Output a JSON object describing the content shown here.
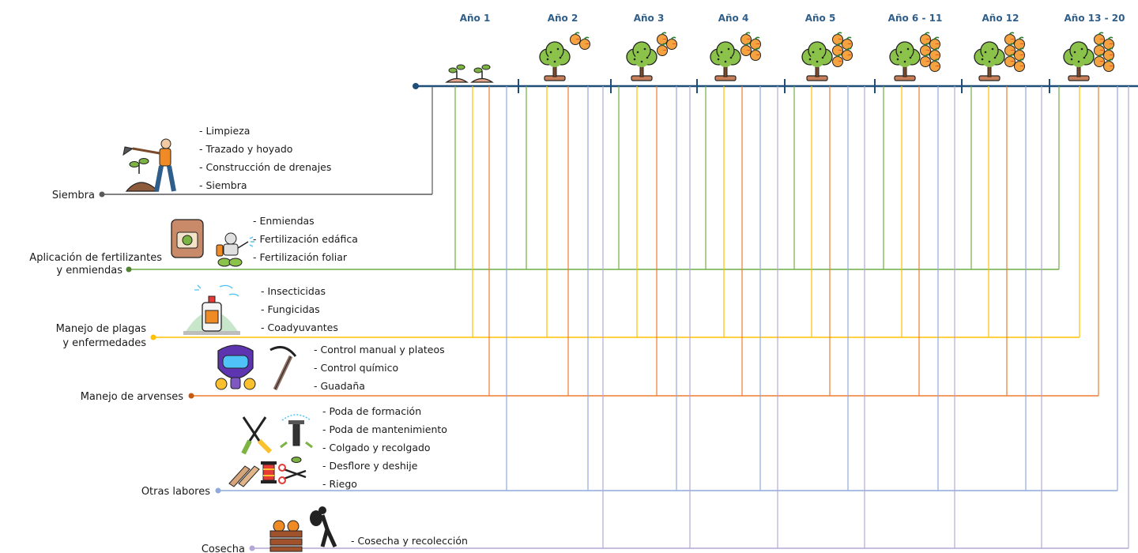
{
  "colors": {
    "timeline": "#1f4e79",
    "siembra": "#595959",
    "fertilizantes": "#70ad47",
    "plagas": "#ffc000",
    "arvenses": "#ed7d31",
    "otras": "#8faadc",
    "cosecha": "#b4a7d6"
  },
  "timeline": {
    "years": [
      "Año 1",
      "Año 2",
      "Año 3",
      "Año 4",
      "Año 5",
      "Año 6 - 11",
      "Año 12",
      "Año 13 - 20"
    ]
  },
  "categories": {
    "siembra": {
      "label": "Siembra",
      "tasks": [
        "- Limpieza",
        "- Trazado y hoyado",
        "- Construcción de drenajes",
        "- Siembra"
      ],
      "icons": [
        "farmer-digging-icon"
      ]
    },
    "fertilizantes": {
      "label_line1": "Aplicación de fertilizantes",
      "label_line2": "y enmiendas",
      "tasks": [
        "- Enmiendas",
        "- Fertilización edáfica",
        "- Fertilización foliar"
      ],
      "icons": [
        "fertilizer-sack-icon",
        "sprayer-worker-icon"
      ]
    },
    "plagas": {
      "label_line1": "Manejo de plagas",
      "label_line2": "y enfermedades",
      "tasks": [
        "- Insecticidas",
        "- Fungicidas",
        "- Coadyuvantes"
      ],
      "icons": [
        "pesticide-sprayer-icon"
      ]
    },
    "arvenses": {
      "label": "Manejo de arvenses",
      "tasks": [
        "- Control manual y plateos",
        "- Control químico",
        "- Guadaña"
      ],
      "icons": [
        "gas-mask-icon",
        "pickaxe-icon"
      ]
    },
    "otras": {
      "label": "Otras labores",
      "tasks": [
        "- Poda de formación",
        "- Poda de mantenimiento",
        "- Colgado y recolgado",
        "- Desflore y deshije",
        "- Riego"
      ],
      "icons": [
        "pruning-shears-icon",
        "sprinkler-icon",
        "wood-planks-icon",
        "spool-icon",
        "scissors-plant-icon"
      ]
    },
    "cosecha": {
      "label": "Cosecha",
      "tasks": [
        "- Cosecha y recolección"
      ],
      "icons": [
        "fruit-crate-icon",
        "harvester-walking-icon"
      ]
    }
  }
}
